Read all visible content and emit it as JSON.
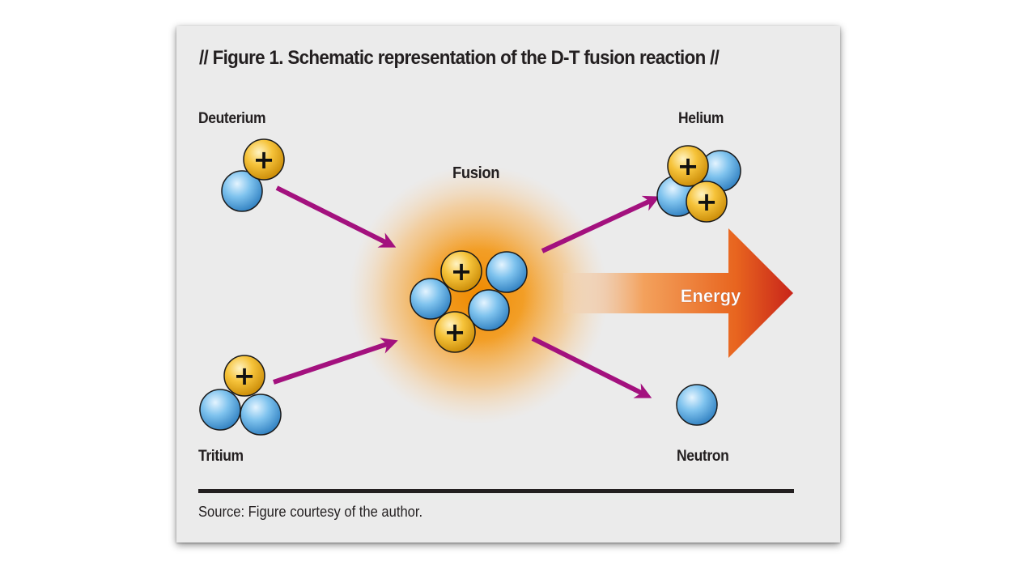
{
  "figure": {
    "title": "// Figure 1. Schematic representation of the D-T fusion reaction  //",
    "source": "Source: Figure courtesy of the author."
  },
  "labels": {
    "deuterium": "Deuterium",
    "tritium": "Tritium",
    "fusion": "Fusion",
    "helium": "Helium",
    "neutron": "Neutron",
    "energy": "Energy"
  },
  "particles": {
    "proton_symbol": "+"
  },
  "colors": {
    "background_panel": "#ebebeb",
    "text": "#231f20",
    "arrow": "#a3117e",
    "neutron_fill": "#67b5e6",
    "proton_fill": "#f2bb2a",
    "energy_arrow_start": "#f6c9a2",
    "energy_arrow_end": "#cc2a1a",
    "fusion_glow": "#f39a1c"
  }
}
